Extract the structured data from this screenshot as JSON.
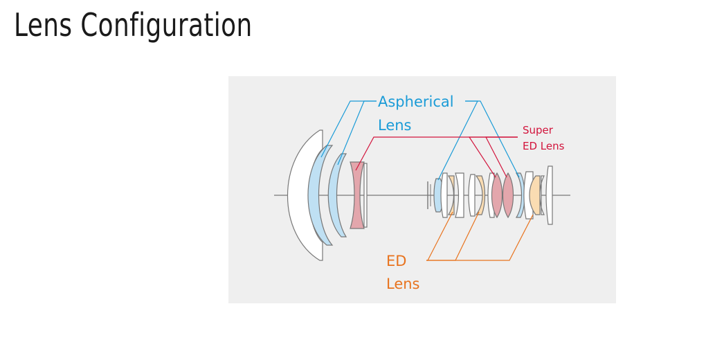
{
  "page": {
    "title": "Lens Configuration"
  },
  "diagram": {
    "labels": {
      "aspherical_line1": "Aspherical",
      "aspherical_line2": "Lens",
      "super_ed_line1": "Super",
      "super_ed_line2": "ED Lens",
      "ed_line1": "ED",
      "ed_line2": "Lens"
    },
    "colors": {
      "aspherical": "#1a9bd7",
      "super_ed": "#d2143c",
      "ed": "#e8731e",
      "aspherical_fill": "#bfe0f3",
      "super_ed_fill": "#e3a6ac",
      "ed_fill": "#fadcb2",
      "panel_background": "#efefef",
      "outline": "#777777"
    }
  }
}
